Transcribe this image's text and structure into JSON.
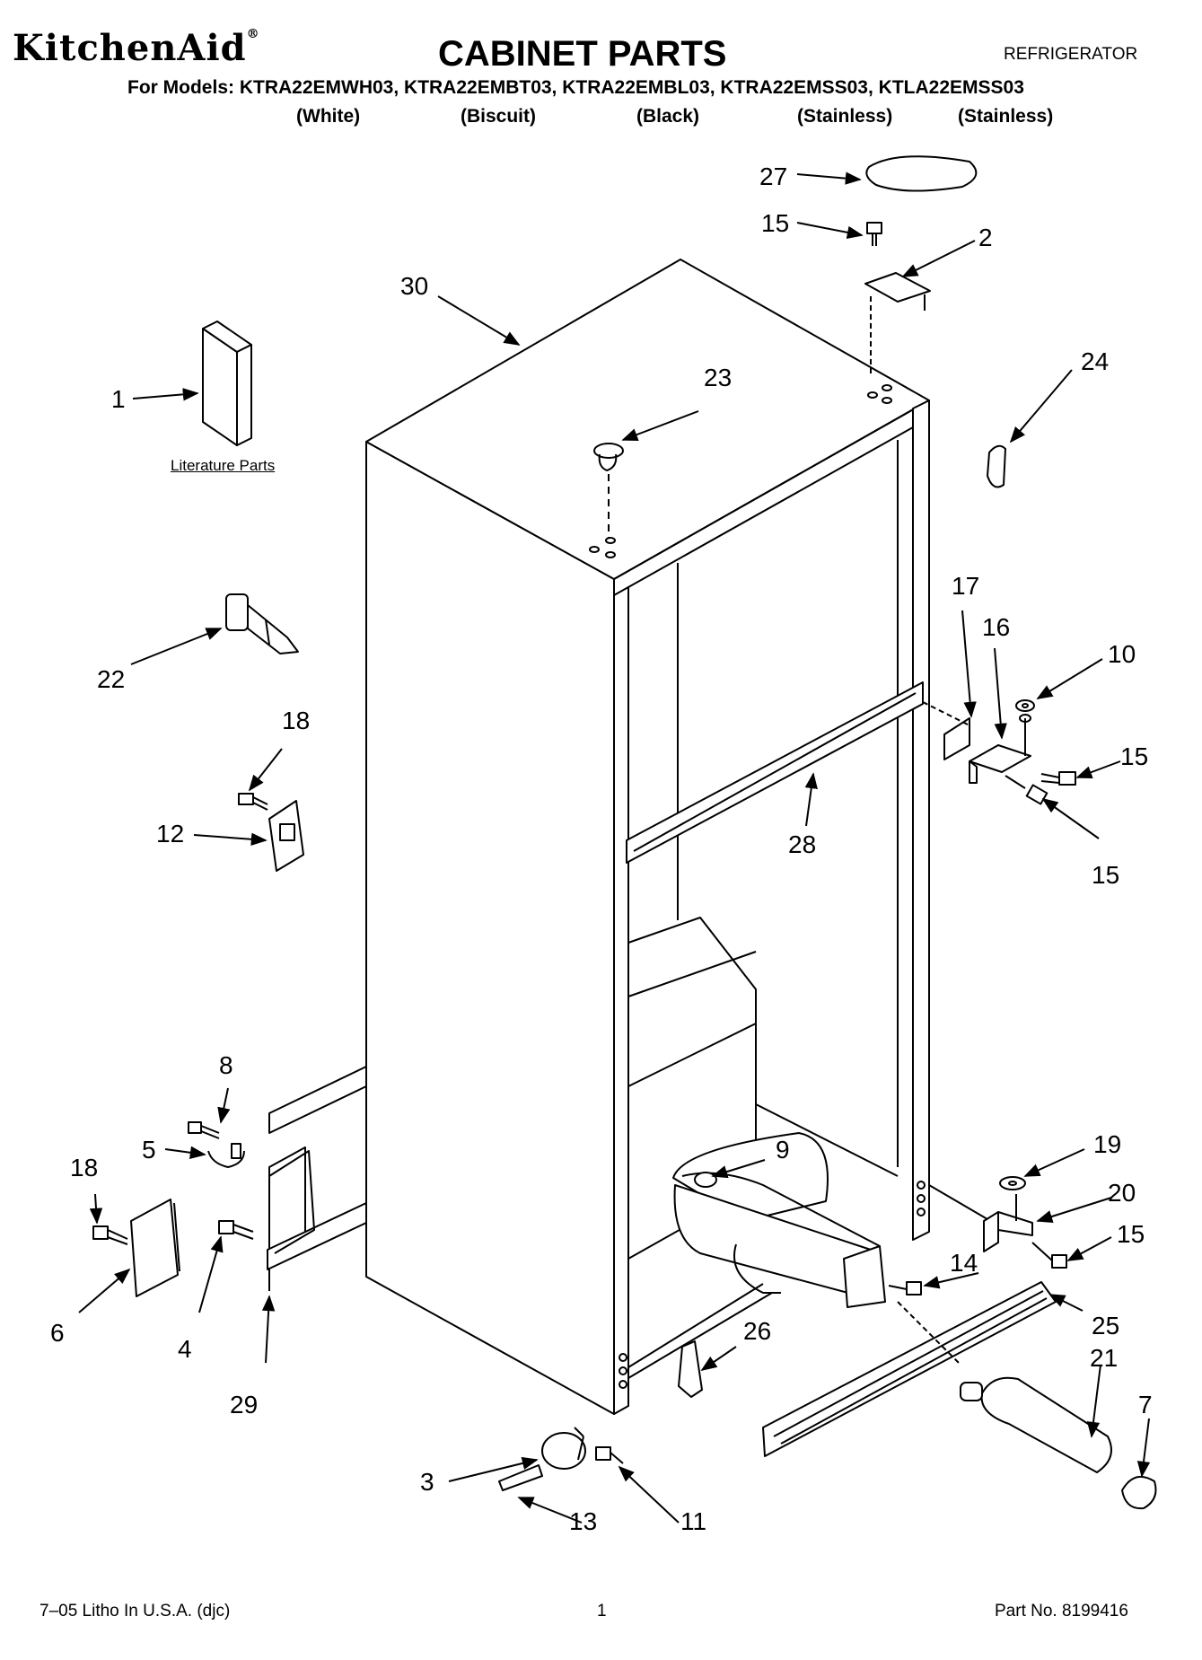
{
  "header": {
    "brand": "KitchenAid",
    "brand_mark": "®",
    "title": "CABINET PARTS",
    "category": "REFRIGERATOR",
    "models_line": "For Models: KTRA22EMWH03, KTRA22EMBT03, KTRA22EMBL03, KTRA22EMSS03, KTLA22EMSS03",
    "colors": [
      "(White)",
      "(Biscuit)",
      "(Black)",
      "(Stainless)",
      "(Stainless)"
    ]
  },
  "literature_label": "Literature Parts",
  "callouts": {
    "c1": "1",
    "c2": "2",
    "c3": "3",
    "c4": "4",
    "c5": "5",
    "c6": "6",
    "c7": "7",
    "c8": "8",
    "c9": "9",
    "c10": "10",
    "c11": "11",
    "c12": "12",
    "c13": "13",
    "c14": "14",
    "c15a": "15",
    "c15b": "15",
    "c15c": "15",
    "c15d": "15",
    "c16": "16",
    "c17": "17",
    "c18a": "18",
    "c18b": "18",
    "c19": "19",
    "c20": "20",
    "c21": "21",
    "c22": "22",
    "c23": "23",
    "c24": "24",
    "c25": "25",
    "c26": "26",
    "c27": "27",
    "c28": "28",
    "c29": "29",
    "c30": "30"
  },
  "footer": {
    "litho": "7–05 Litho In U.S.A. (djc)",
    "page": "1",
    "part_no": "Part No. 8199416"
  }
}
